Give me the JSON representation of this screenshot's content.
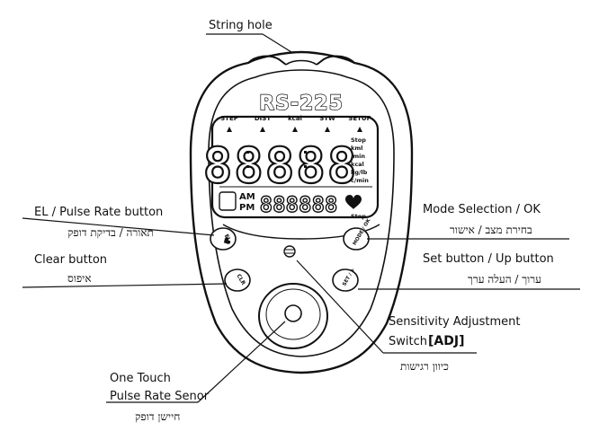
{
  "callouts": {
    "string_hole": "String hole",
    "el_button": "EL / Pulse Rate button",
    "el_button_he": "תאורה / בדיקת דופק",
    "clear_button": "Clear button",
    "clear_button_he": "איפוס",
    "mode_selection": "Mode Selection / OK",
    "mode_selection_he": "בחירת מצב / אישור",
    "set_button": "Set button / Up button",
    "set_button_he": "ערוך / העלה ערך",
    "sensitivity_line1": "Sensitivity Adjustment",
    "sensitivity_line2": "Switch",
    "sensitivity_adj": "[ADJ]",
    "sensitivity_he": "כיוון רגישות",
    "sensor_line1": "One Touch",
    "sensor_line2": "Pulse Rate Senor",
    "sensor_he": "חיישן דופק"
  },
  "device": {
    "model": "RS-225",
    "modes": [
      "STEP",
      "DIST",
      "kcal",
      "STW",
      "SETUP"
    ],
    "main_digits": "88888",
    "right_units": [
      "Stop",
      "kml",
      "/min",
      "kcal",
      "kg/lb",
      "c/min"
    ],
    "ampm": [
      "AM",
      "PM"
    ],
    "sub_digits": "888888",
    "bottom_stop": "Stop",
    "buttons": {
      "el": "EL",
      "clr": "CLR",
      "mode": "MODE / OK",
      "set": "SET / +"
    }
  }
}
